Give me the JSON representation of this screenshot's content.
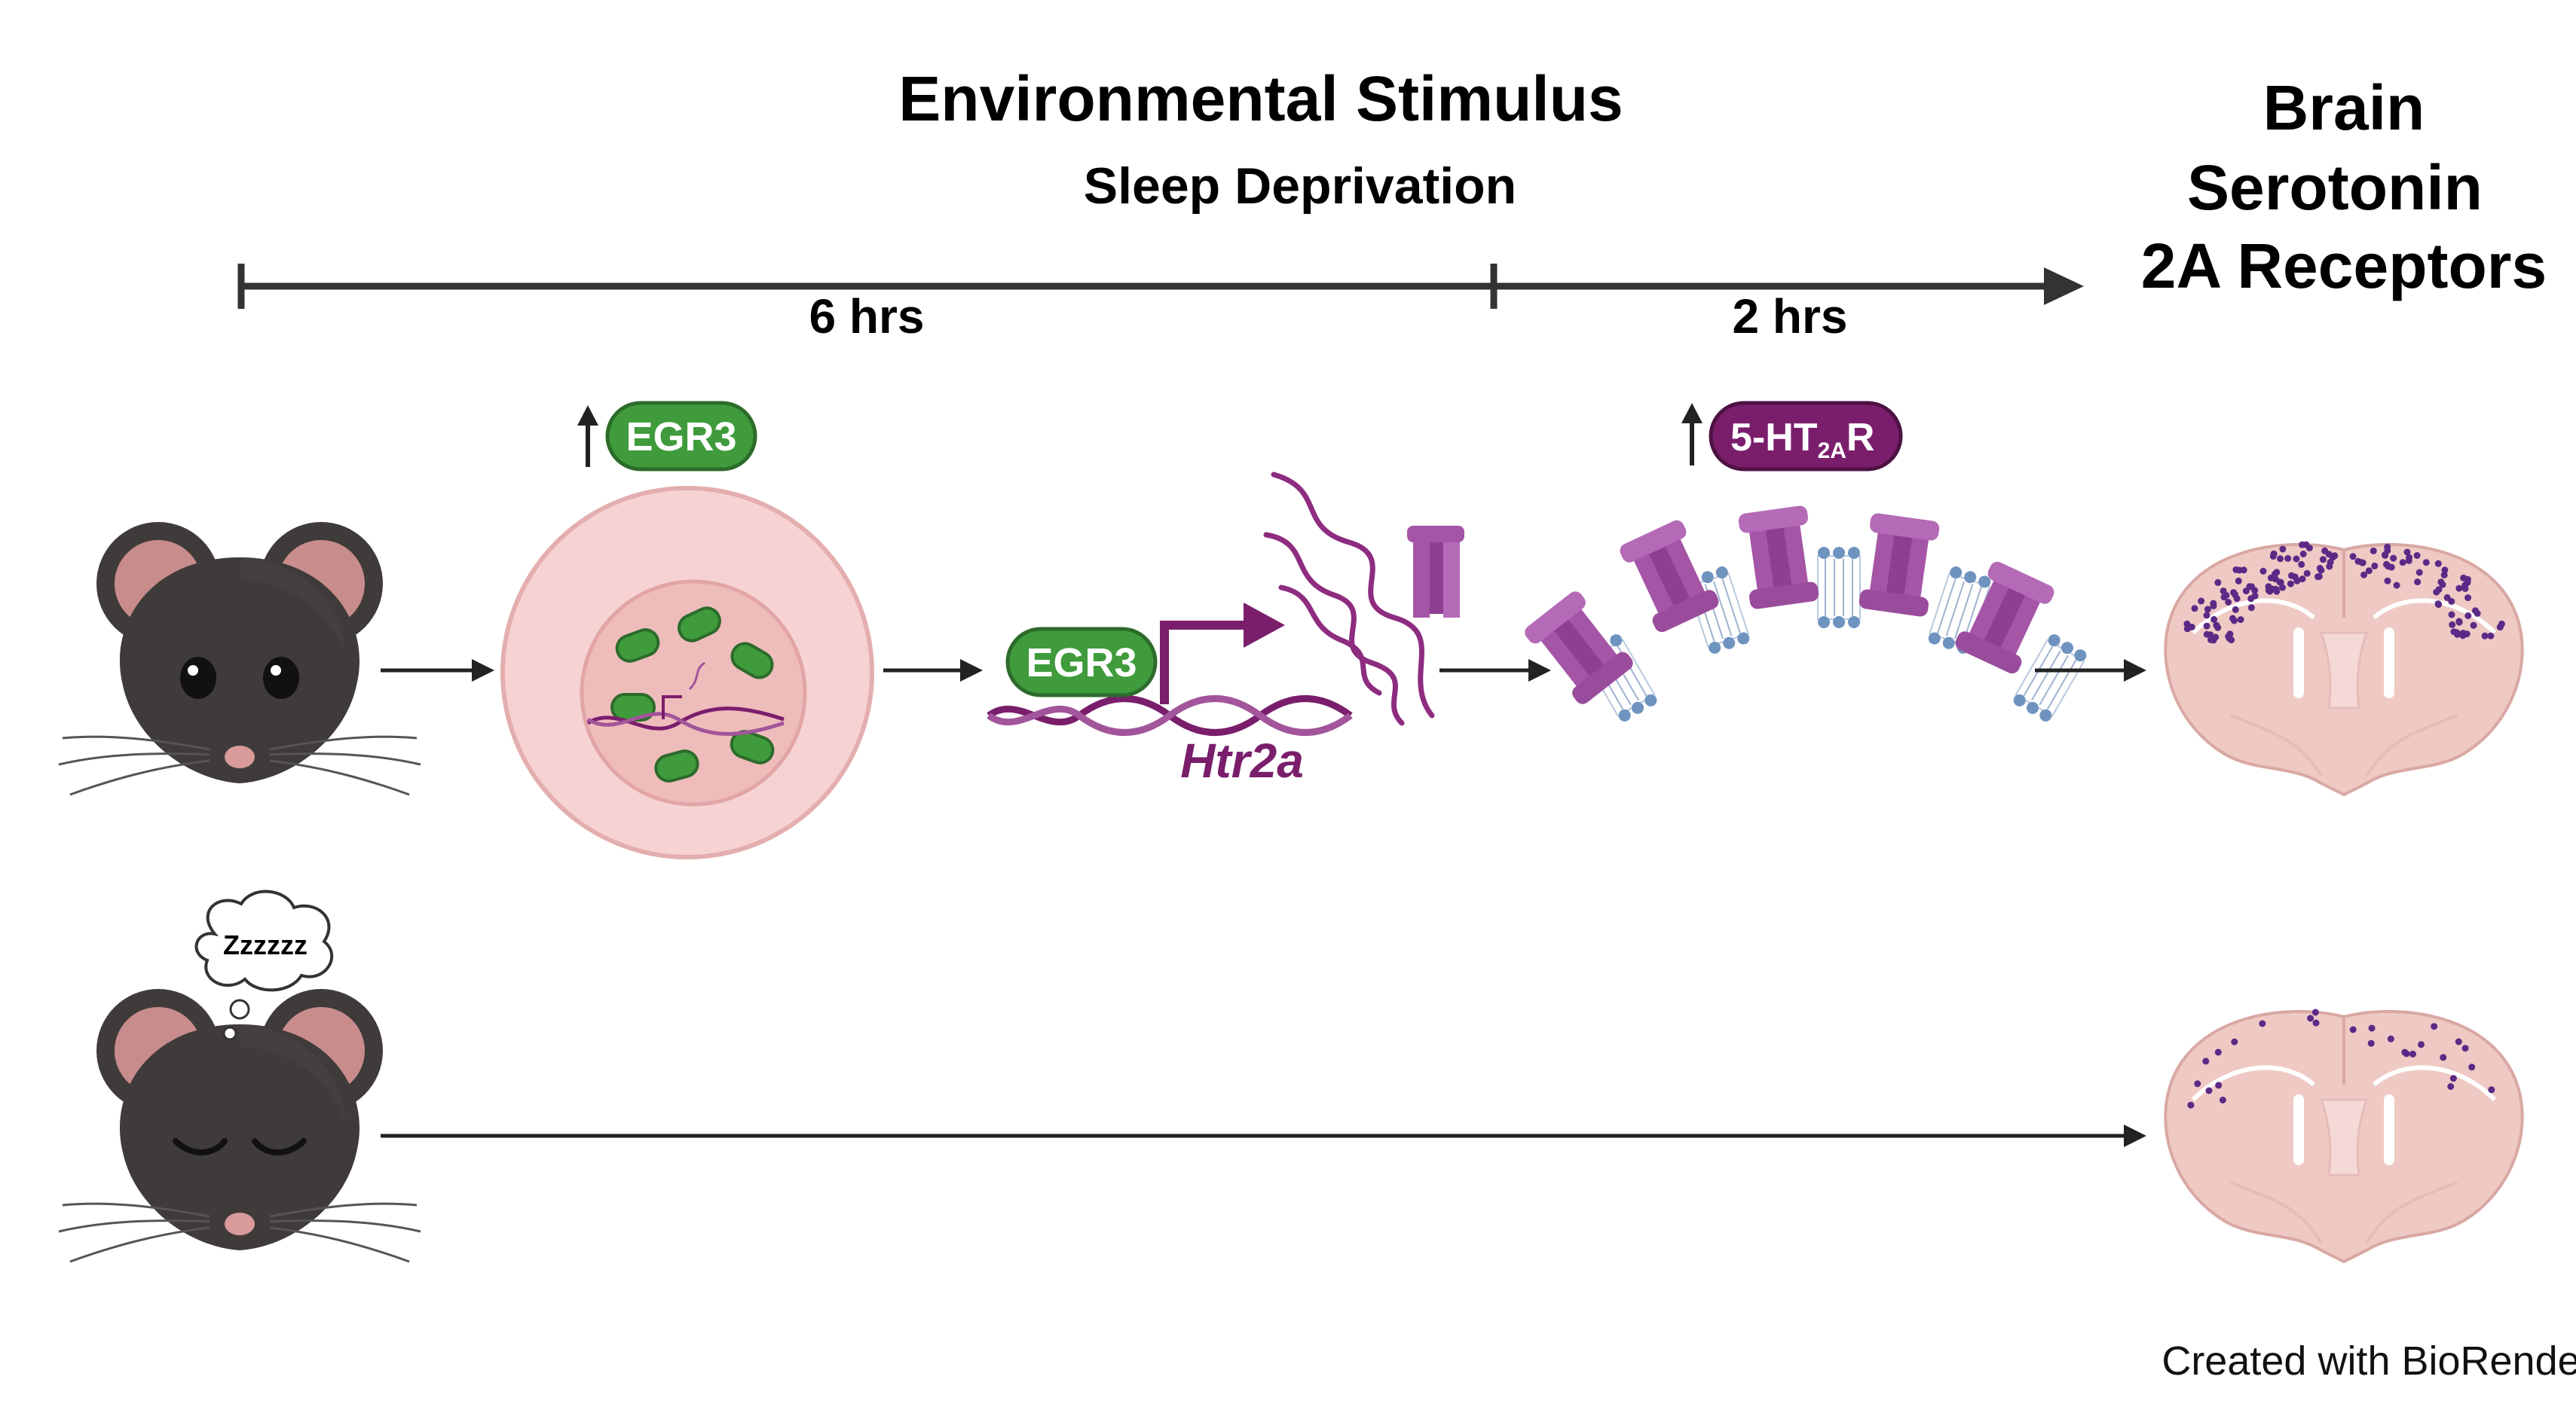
{
  "header": {
    "title": "Environmental Stimulus",
    "subtitle": "Sleep Deprivation",
    "outcome_lines": [
      "Brain",
      "Serotonin",
      "2A Receptors"
    ]
  },
  "timeline": {
    "segments": [
      "6 hrs",
      "2 hrs"
    ]
  },
  "labels": {
    "egr3_badge": "EGR3",
    "egr3_on_dna": "EGR3",
    "gene": "Htr2a",
    "receptor_badge_main": "5-HT",
    "receptor_badge_sub": "2A",
    "receptor_badge_end": "R",
    "sleep_bubble": "Zzzzzz"
  },
  "footer": {
    "credit": "Created with BioRender.com"
  },
  "colors": {
    "green": "#3f9b3c",
    "purple": "#7a1e6c",
    "receptor": "#a455a6",
    "cell_fill": "#f6d2d2",
    "brain_fill": "#efc9c4",
    "mouse_fur": "#3f3b3a"
  }
}
